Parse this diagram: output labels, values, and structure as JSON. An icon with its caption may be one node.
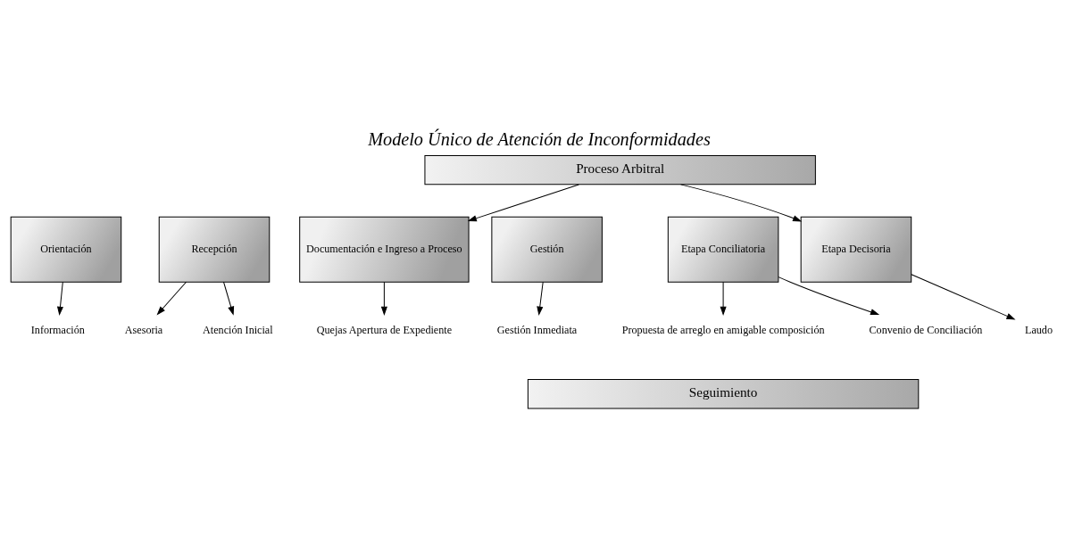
{
  "diagram": {
    "title": "Modelo Único de Atención de Inconformidades",
    "nodes": [
      {
        "text": [
          "Proceso Arbitral"
        ]
      },
      {
        "text": [
          "Orientación"
        ]
      },
      {
        "text": [
          "Recepción"
        ]
      },
      {
        "text": [
          "Documentación e Ingreso a Proceso"
        ]
      },
      {
        "text": [
          "Gestión"
        ]
      },
      {
        "text": [
          "Etapa Conciliatoria"
        ]
      },
      {
        "text": [
          "Etapa Decisoria"
        ]
      },
      {
        "text": [
          "Información"
        ]
      },
      {
        "text": [
          "Atención Inicial"
        ]
      },
      {
        "text": [
          "Asesoria"
        ]
      },
      {
        "text": [
          "Quejas Apertura de Expediente"
        ]
      },
      {
        "text": [
          "Gestión Inmediata"
        ]
      },
      {
        "text": [
          "Convenio de Conciliación"
        ]
      },
      {
        "text": [
          "Laudo"
        ]
      },
      {
        "text": [
          "Propuesta de arreglo en amigable composición"
        ]
      },
      {
        "text": [
          "Seguimiento"
        ]
      }
    ],
    "edges": [
      {
        "from": 0,
        "to": 3,
        "arrow": "to"
      },
      {
        "from": 0,
        "to": 6,
        "arrow": "to"
      },
      {
        "from": 1,
        "to": 7,
        "arrow": "to"
      },
      {
        "from": 2,
        "to": 8,
        "arrow": "to"
      },
      {
        "from": 2,
        "to": 9,
        "arrow": "to"
      },
      {
        "from": 3,
        "to": 10,
        "arrow": "to"
      },
      {
        "from": 4,
        "to": 11,
        "arrow": "to"
      },
      {
        "from": 5,
        "to": 12,
        "arrow": "to"
      },
      {
        "from": 6,
        "to": 13,
        "arrow": "to"
      },
      {
        "from": 5,
        "to": 14,
        "arrow": "to"
      }
    ]
  }
}
